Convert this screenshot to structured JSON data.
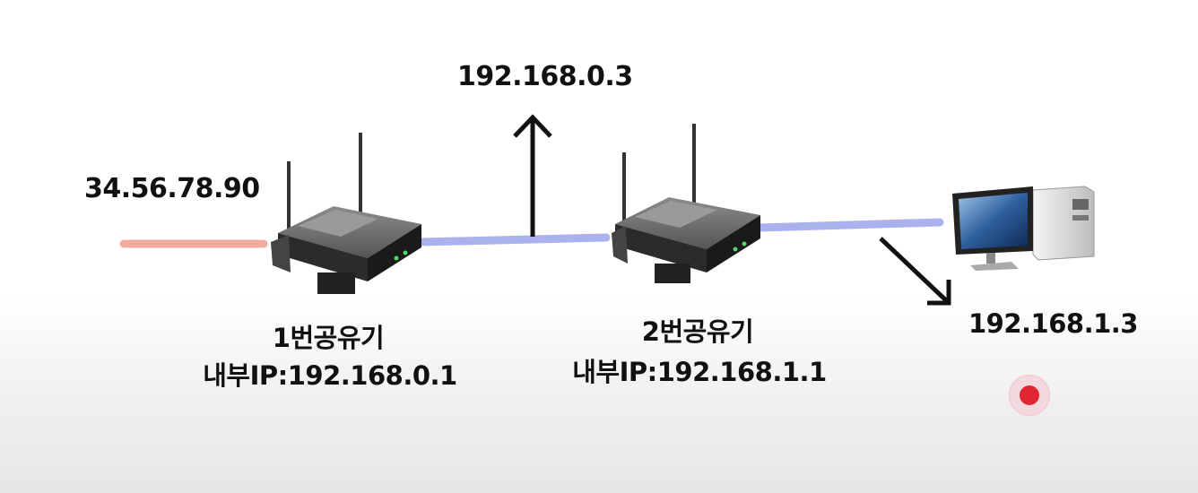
{
  "labels": {
    "wan_ip": "34.56.78.90",
    "router1_name": "1번공유기",
    "router1_internal_ip": "내부IP:192.168.0.1",
    "router2_wan_ip": "192.168.0.3",
    "router2_name": "2번공유기",
    "router2_internal_ip": "내부IP:192.168.1.1",
    "pc_ip": "192.168.1.3"
  },
  "colors": {
    "wan_link": "#f2aaa2",
    "lan_link": "#aab2ee",
    "record": "#e32636"
  },
  "icons": [
    "router-icon",
    "router-icon",
    "desktop-computer-icon",
    "record-icon"
  ]
}
